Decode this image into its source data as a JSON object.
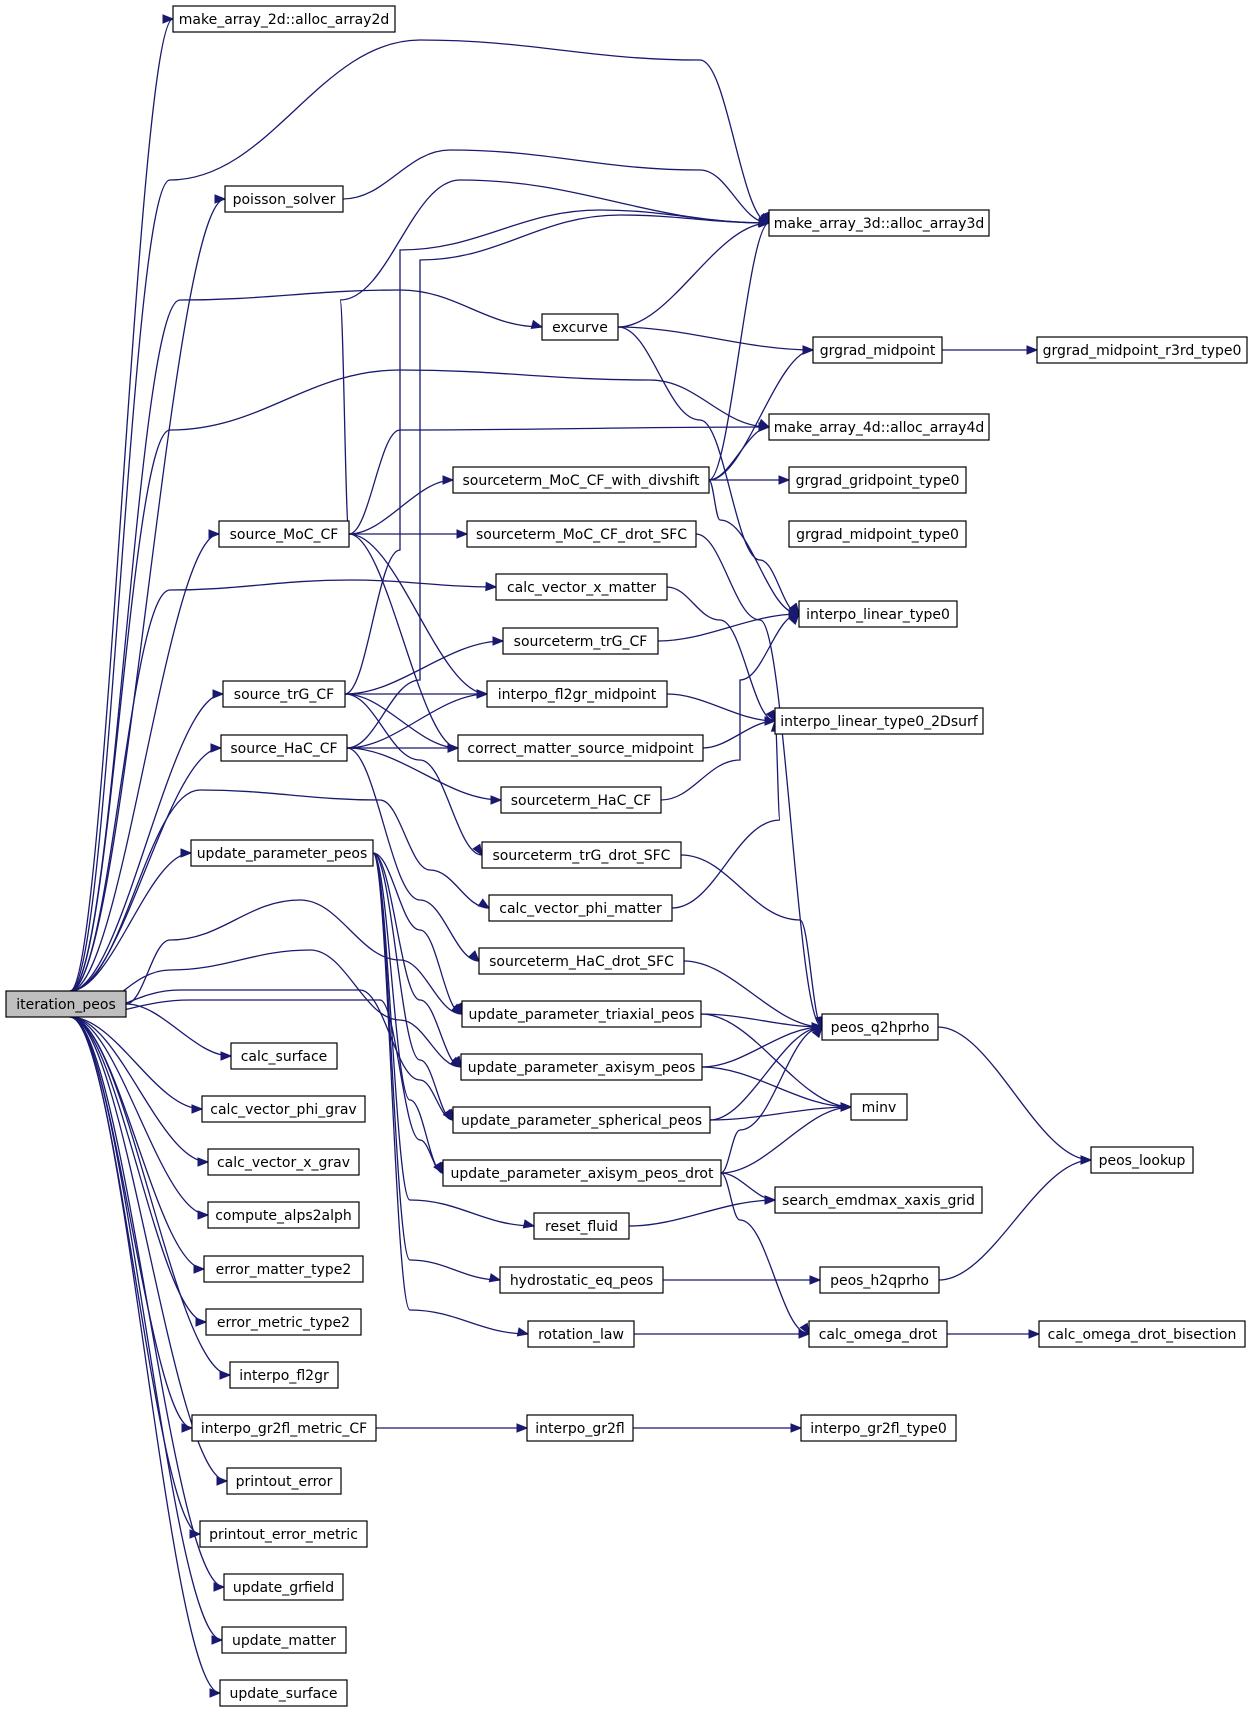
{
  "graph": {
    "root": "iteration_peos",
    "nodes": [
      {
        "id": "iteration_peos",
        "label": "iteration_peos"
      },
      {
        "id": "alloc2d",
        "label": "make_array_2d::alloc_array2d"
      },
      {
        "id": "poisson",
        "label": "poisson_solver"
      },
      {
        "id": "alloc3d",
        "label": "make_array_3d::alloc_array3d"
      },
      {
        "id": "excurve",
        "label": "excurve"
      },
      {
        "id": "grgrad_mid",
        "label": "grgrad_midpoint"
      },
      {
        "id": "grgrad_mid_r3rd",
        "label": "grgrad_midpoint_r3rd_type0"
      },
      {
        "id": "alloc4d",
        "label": "make_array_4d::alloc_array4d"
      },
      {
        "id": "st_moc_div",
        "label": "sourceterm_MoC_CF_with_divshift"
      },
      {
        "id": "grgrad_grid0",
        "label": "grgrad_gridpoint_type0"
      },
      {
        "id": "source_moc",
        "label": "source_MoC_CF"
      },
      {
        "id": "st_moc_drot",
        "label": "sourceterm_MoC_CF_drot_SFC"
      },
      {
        "id": "grgrad_mid0",
        "label": "grgrad_midpoint_type0"
      },
      {
        "id": "calc_vx_matter",
        "label": "calc_vector_x_matter"
      },
      {
        "id": "interpo_lin0",
        "label": "interpo_linear_type0"
      },
      {
        "id": "st_trg",
        "label": "sourceterm_trG_CF"
      },
      {
        "id": "source_trg",
        "label": "source_trG_CF"
      },
      {
        "id": "interpo_fl2gr_mid",
        "label": "interpo_fl2gr_midpoint"
      },
      {
        "id": "interpo_lin0_2d",
        "label": "interpo_linear_type0_2Dsurf"
      },
      {
        "id": "source_hac",
        "label": "source_HaC_CF"
      },
      {
        "id": "correct_matter",
        "label": "correct_matter_source_midpoint"
      },
      {
        "id": "st_hac",
        "label": "sourceterm_HaC_CF"
      },
      {
        "id": "upd_peos",
        "label": "update_parameter_peos"
      },
      {
        "id": "st_trg_drot",
        "label": "sourceterm_trG_drot_SFC"
      },
      {
        "id": "calc_vphi_matter",
        "label": "calc_vector_phi_matter"
      },
      {
        "id": "st_hac_drot",
        "label": "sourceterm_HaC_drot_SFC"
      },
      {
        "id": "upd_triaxial",
        "label": "update_parameter_triaxial_peos"
      },
      {
        "id": "peos_q2hprho",
        "label": "peos_q2hprho"
      },
      {
        "id": "calc_surface",
        "label": "calc_surface"
      },
      {
        "id": "upd_axisym",
        "label": "update_parameter_axisym_peos"
      },
      {
        "id": "calc_vphi_grav",
        "label": "calc_vector_phi_grav"
      },
      {
        "id": "minv",
        "label": "minv"
      },
      {
        "id": "upd_spherical",
        "label": "update_parameter_spherical_peos"
      },
      {
        "id": "calc_vx_grav",
        "label": "calc_vector_x_grav"
      },
      {
        "id": "peos_lookup",
        "label": "peos_lookup"
      },
      {
        "id": "upd_axisym_drot",
        "label": "update_parameter_axisym_peos_drot"
      },
      {
        "id": "compute_alps",
        "label": "compute_alps2alph"
      },
      {
        "id": "search_emdmax",
        "label": "search_emdmax_xaxis_grid"
      },
      {
        "id": "reset_fluid",
        "label": "reset_fluid"
      },
      {
        "id": "err_matter",
        "label": "error_matter_type2"
      },
      {
        "id": "hydrostatic",
        "label": "hydrostatic_eq_peos"
      },
      {
        "id": "peos_h2qprho",
        "label": "peos_h2qprho"
      },
      {
        "id": "err_metric",
        "label": "error_metric_type2"
      },
      {
        "id": "rotation_law",
        "label": "rotation_law"
      },
      {
        "id": "calc_omega_drot",
        "label": "calc_omega_drot"
      },
      {
        "id": "calc_omega_bisect",
        "label": "calc_omega_drot_bisection"
      },
      {
        "id": "interpo_fl2gr",
        "label": "interpo_fl2gr"
      },
      {
        "id": "interpo_gr2fl_metric",
        "label": "interpo_gr2fl_metric_CF"
      },
      {
        "id": "interpo_gr2fl",
        "label": "interpo_gr2fl"
      },
      {
        "id": "interpo_gr2fl_t0",
        "label": "interpo_gr2fl_type0"
      },
      {
        "id": "printout_error",
        "label": "printout_error"
      },
      {
        "id": "printout_error_metric",
        "label": "printout_error_metric"
      },
      {
        "id": "update_grfield",
        "label": "update_grfield"
      },
      {
        "id": "update_matter",
        "label": "update_matter"
      },
      {
        "id": "update_surface",
        "label": "update_surface"
      }
    ]
  },
  "colors": {
    "edge": "#191970",
    "root_fill": "#bfbfbf",
    "node_fill": "#ffffff",
    "node_border": "#000000"
  }
}
